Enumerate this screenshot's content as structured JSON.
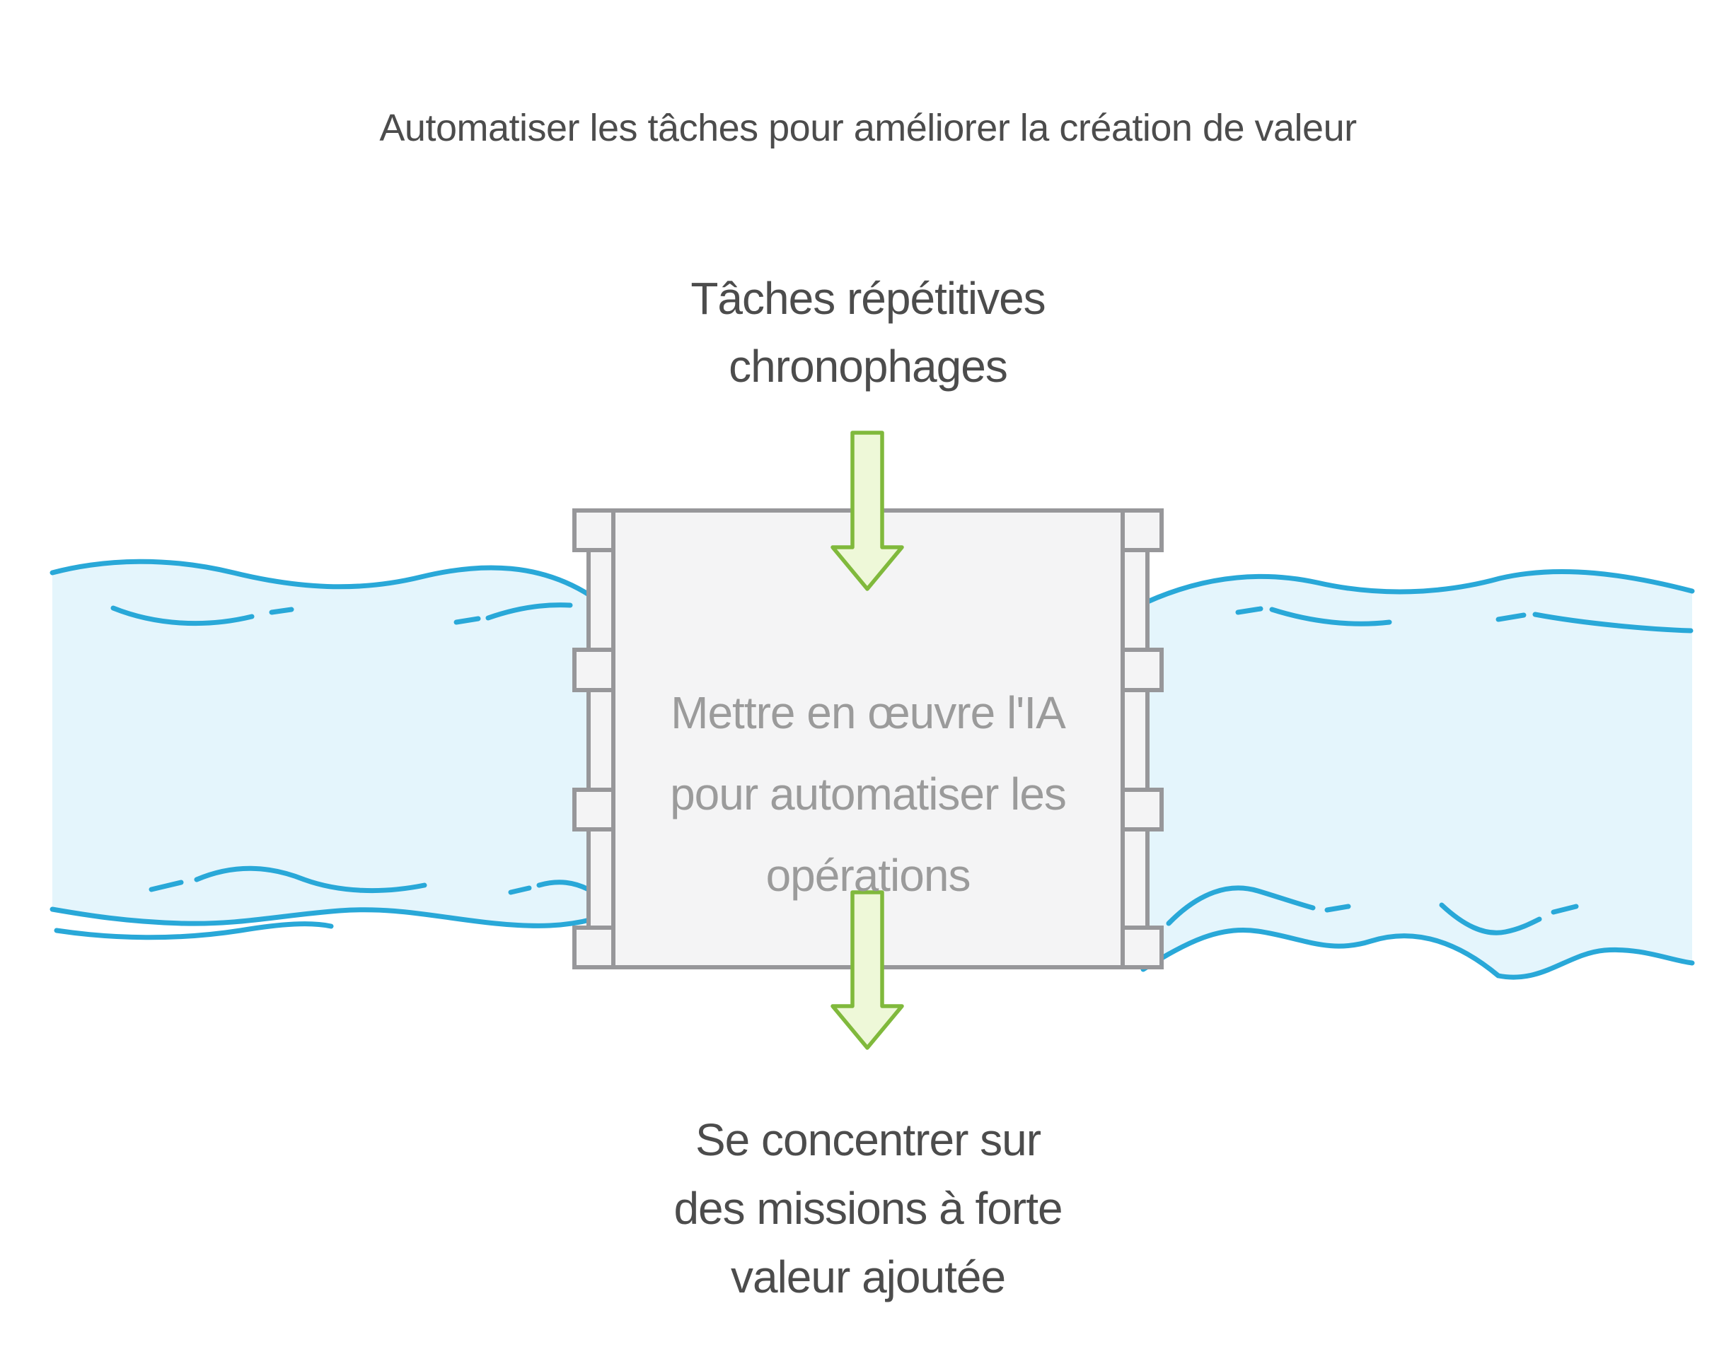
{
  "title": "Automatiser les tâches pour améliorer la création de valeur",
  "top_label": {
    "lines": [
      "Tâches répétitives",
      "chronophages"
    ]
  },
  "center_box": {
    "lines": [
      "Mettre en œuvre l'IA",
      "pour automatiser les",
      "opérations"
    ]
  },
  "bottom_label": {
    "lines": [
      "Se concentrer sur",
      "des missions à forte",
      "valeur ajoutée"
    ]
  },
  "icons": {
    "top_arrow": "down-arrow",
    "bottom_arrow": "down-arrow"
  },
  "colors": {
    "text_dark": "#4c4c4c",
    "text_muted": "#9b9b9b",
    "box_fill": "#f4f4f5",
    "box_stroke": "#97979a",
    "water_fill": "#e4f5fc",
    "water_stroke": "#29a8d8",
    "arrow_fill": "#eef8d8",
    "arrow_stroke": "#80b93c",
    "page_bg": "#ffffff"
  }
}
